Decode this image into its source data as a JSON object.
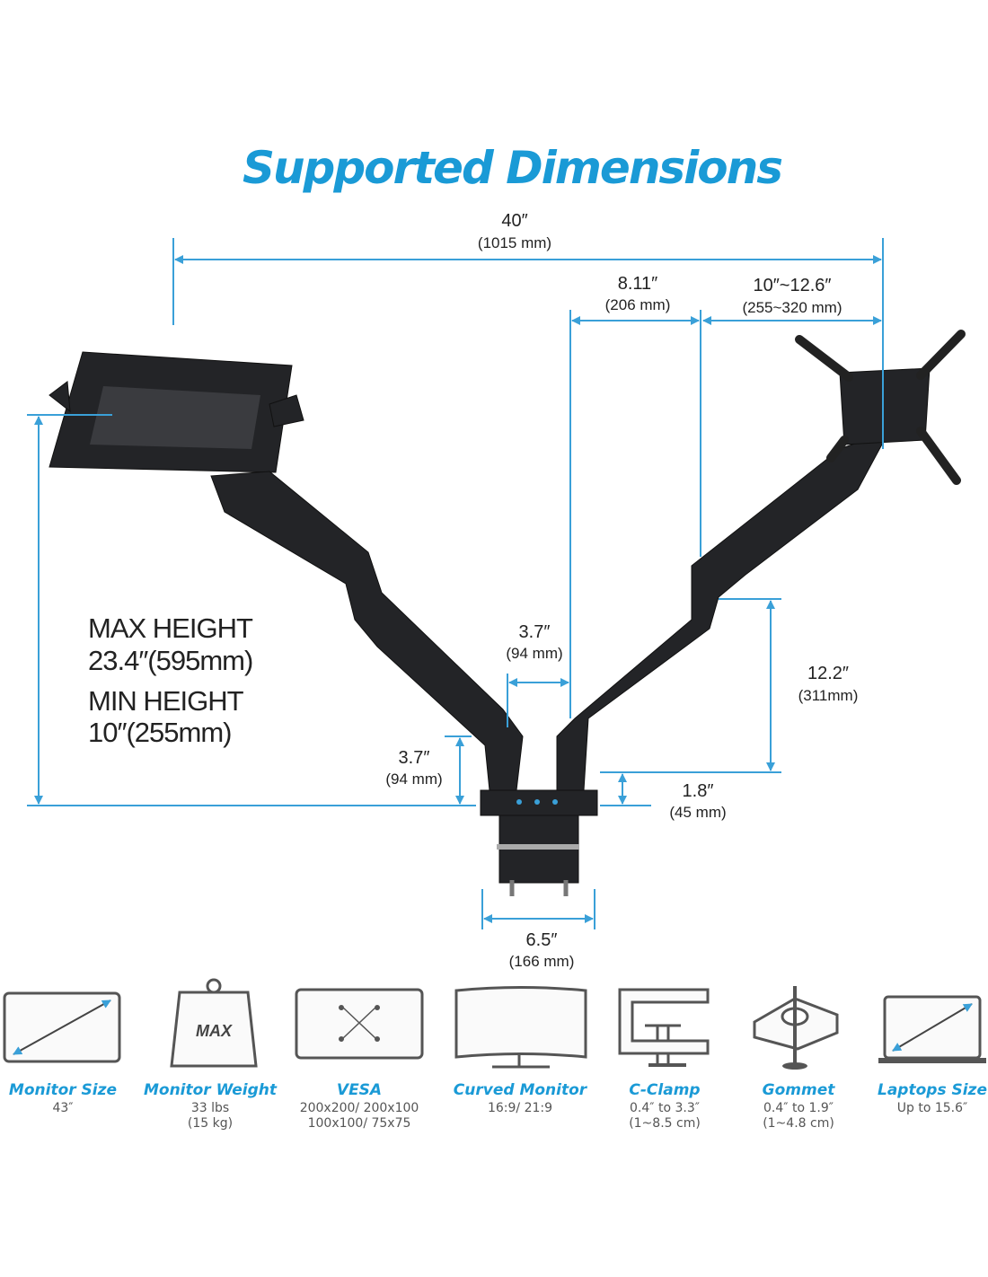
{
  "title": "Supported Dimensions",
  "colors": {
    "accent": "#1a9ad6",
    "dimension_line": "#3aa0d8",
    "arm": "#232427"
  },
  "dimensions": {
    "total_width": {
      "in": "40″",
      "mm": "(1015 mm)"
    },
    "pole_to_arm": {
      "in": "8.11″",
      "mm": "(206 mm)"
    },
    "arm_reach": {
      "in": "10″~12.6″",
      "mm": "(255~320 mm)"
    },
    "max_height_label": "MAX HEIGHT",
    "max_height_value": "23.4″(595mm)",
    "min_height_label": "MIN HEIGHT",
    "min_height_value": "10″(255mm)",
    "center_gap": {
      "in": "3.7″",
      "mm": "(94 mm)"
    },
    "base_height": {
      "in": "3.7″",
      "mm": "(94 mm)"
    },
    "arm_height": {
      "in": "12.2″",
      "mm": "(311mm)"
    },
    "base_offset": {
      "in": "1.8″",
      "mm": "(45 mm)"
    },
    "clamp_width": {
      "in": "6.5″",
      "mm": "(166 mm)"
    }
  },
  "features": [
    {
      "label": "Monitor Size",
      "value": "43″",
      "icon": "monitor-size-icon"
    },
    {
      "label": "Monitor Weight",
      "value": "33 lbs\n(15 kg)",
      "icon": "weight-icon",
      "icon_text": "MAX"
    },
    {
      "label": "VESA",
      "value": "200x200/ 200x100\n100x100/ 75x75",
      "icon": "vesa-icon"
    },
    {
      "label": "Curved Monitor",
      "value": "16:9/ 21:9",
      "icon": "curved-monitor-icon"
    },
    {
      "label": "C-Clamp",
      "value": "0.4″ to 3.3″\n(1~8.5 cm)",
      "icon": "c-clamp-icon"
    },
    {
      "label": "Gommet",
      "value": "0.4″ to 1.9″\n(1~4.8 cm)",
      "icon": "grommet-icon"
    },
    {
      "label": "Laptops Size",
      "value": "Up to 15.6″",
      "icon": "laptop-size-icon"
    }
  ]
}
